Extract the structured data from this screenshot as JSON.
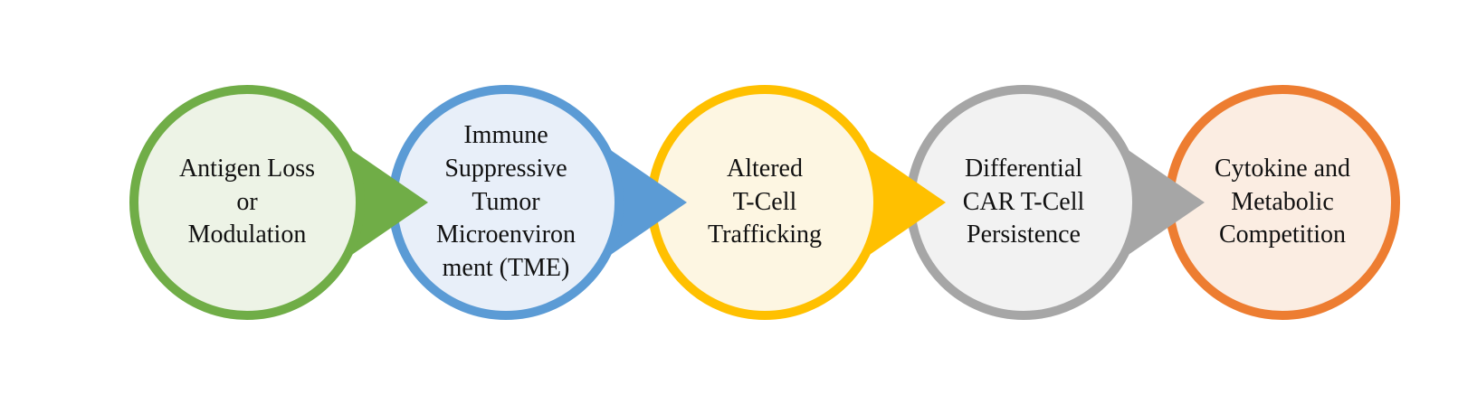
{
  "diagram": {
    "description": "Five-step circular chevron process diagram of CAR T-cell therapy resistance mechanisms",
    "background_color": "#ffffff",
    "text_color": "#111111",
    "items": [
      {
        "label": "Antigen Loss\nor\nModulation",
        "border_color": "#70AD47",
        "fill_color": "#EDF3E6",
        "has_pointer": true
      },
      {
        "label": "Immune\nSuppressive\nTumor\nMicroenviron\nment (TME)",
        "border_color": "#5B9BD5",
        "fill_color": "#E8EFF9",
        "has_pointer": true
      },
      {
        "label": "Altered\nT-Cell\nTrafficking",
        "border_color": "#FFC000",
        "fill_color": "#FDF6E2",
        "has_pointer": true
      },
      {
        "label": "Differential\nCAR T-Cell\nPersistence",
        "border_color": "#A6A6A6",
        "fill_color": "#F2F2F2",
        "has_pointer": true
      },
      {
        "label": "Cytokine and\nMetabolic\nCompetition",
        "border_color": "#ED7D31",
        "fill_color": "#FBEDE2",
        "has_pointer": false
      }
    ]
  }
}
